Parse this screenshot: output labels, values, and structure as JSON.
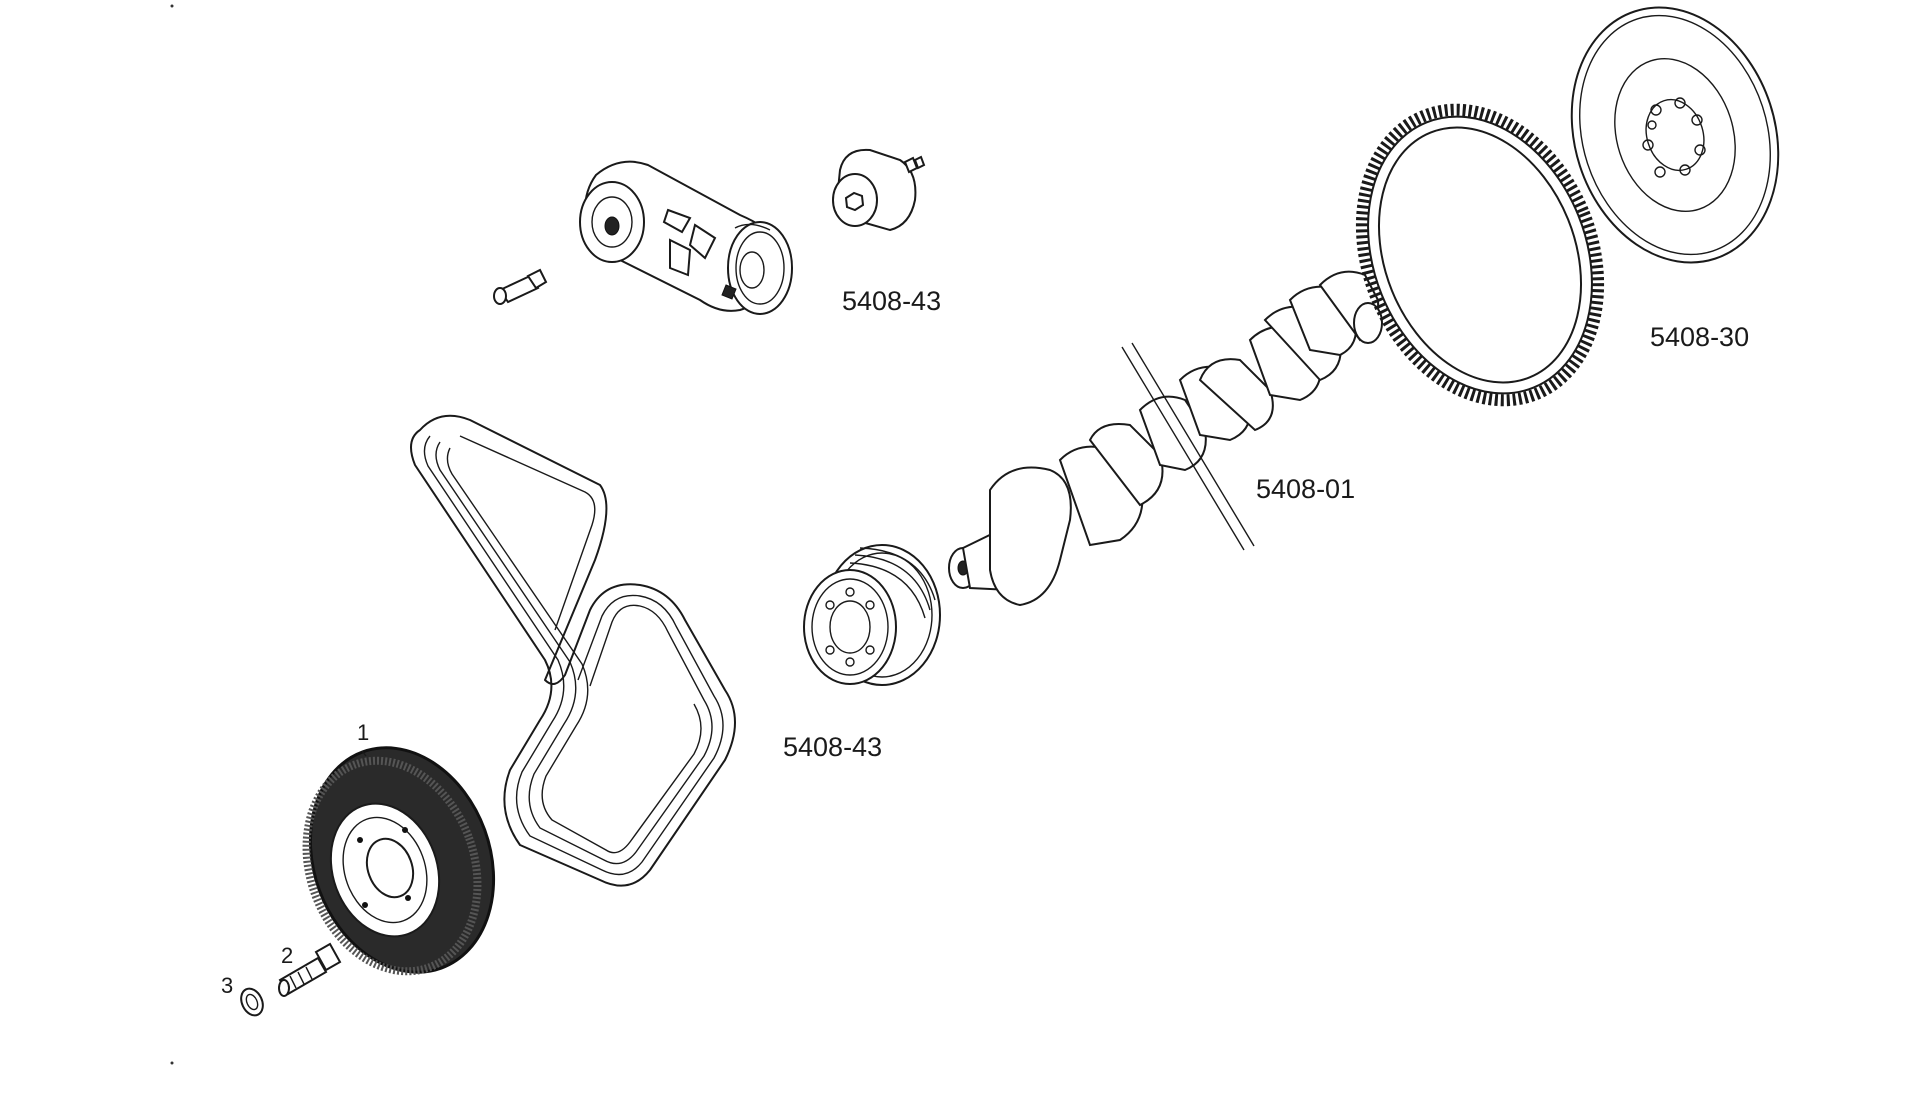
{
  "labels": {
    "tensioner": "5408-43",
    "pulley": "5408-43",
    "crankshaft": "5408-01",
    "flywheel": "5408-30"
  },
  "callouts": {
    "damper": "1",
    "bolt": "2",
    "washer": "3"
  }
}
